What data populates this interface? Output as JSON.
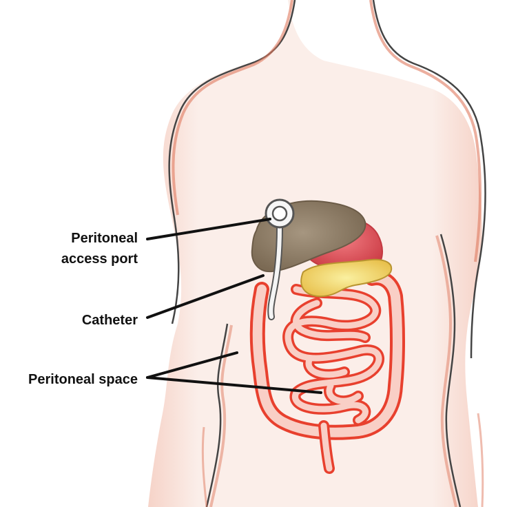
{
  "labels": {
    "port_line1": "Peritoneal",
    "port_line2": "access port",
    "catheter": "Catheter",
    "peritoneal_space": "Peritoneal space"
  },
  "colors": {
    "skin_outline": "#e07a5f",
    "liver": "#8c7b64",
    "stomach": "#e0505a",
    "pancreas": "#f2d060",
    "intestine_fill": "#f8c6bc",
    "intestine_outline": "#e8402e",
    "leader_line": "#111111",
    "port_ring": "#555555"
  }
}
